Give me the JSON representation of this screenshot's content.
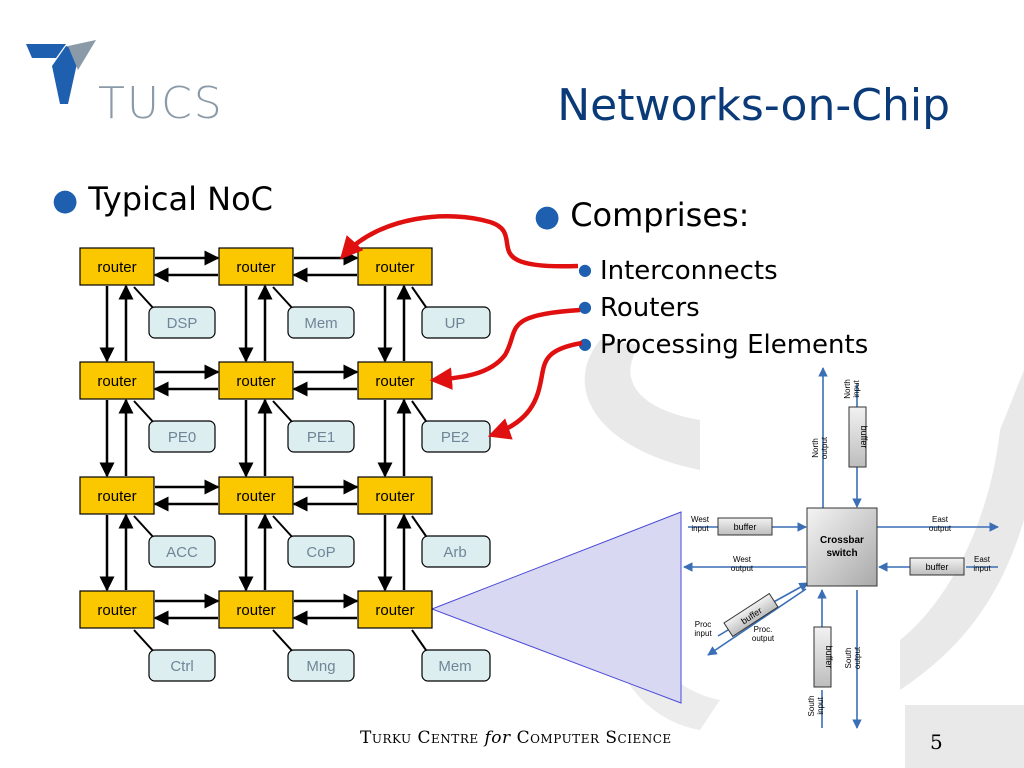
{
  "logo": {
    "text": "TUCS"
  },
  "title": "Networks-on-Chip",
  "left_bullet": "Typical NoC",
  "right_bullet": "Comprises:",
  "sub_bullets": [
    "Interconnects",
    "Routers",
    "Processing Elements"
  ],
  "router_label": "router",
  "pe_rows": [
    [
      "DSP",
      "Mem",
      "UP"
    ],
    [
      "PE0",
      "PE1",
      "PE2"
    ],
    [
      "ACC",
      "CoP",
      "Arb"
    ],
    [
      "Ctrl",
      "Mng",
      "Mem"
    ]
  ],
  "router_detail": {
    "north_input": "North input",
    "north_output": "North output",
    "west_input": "West input",
    "west_output": "West output",
    "east_output": "East output",
    "east_input": "East input",
    "proc_input": "Proc input",
    "proc_output": "Proc. output",
    "south_output": "South output",
    "south_input": "South input",
    "buffer": "buffer",
    "crossbar_line1": "Crossbar",
    "crossbar_line2": "switch"
  },
  "footer": {
    "part1": "Turku Centre ",
    "italic": "for",
    "part2": " Computer Science"
  },
  "page_number": "5",
  "colors": {
    "router_fill": "#fbc800",
    "pe_fill": "#ddeef1",
    "title": "#0b3a78",
    "bullet": "#1f5fb0",
    "red_arrow": "#e01010",
    "detail_line": "#3a6fb5",
    "projection": "#d8d8f2"
  }
}
